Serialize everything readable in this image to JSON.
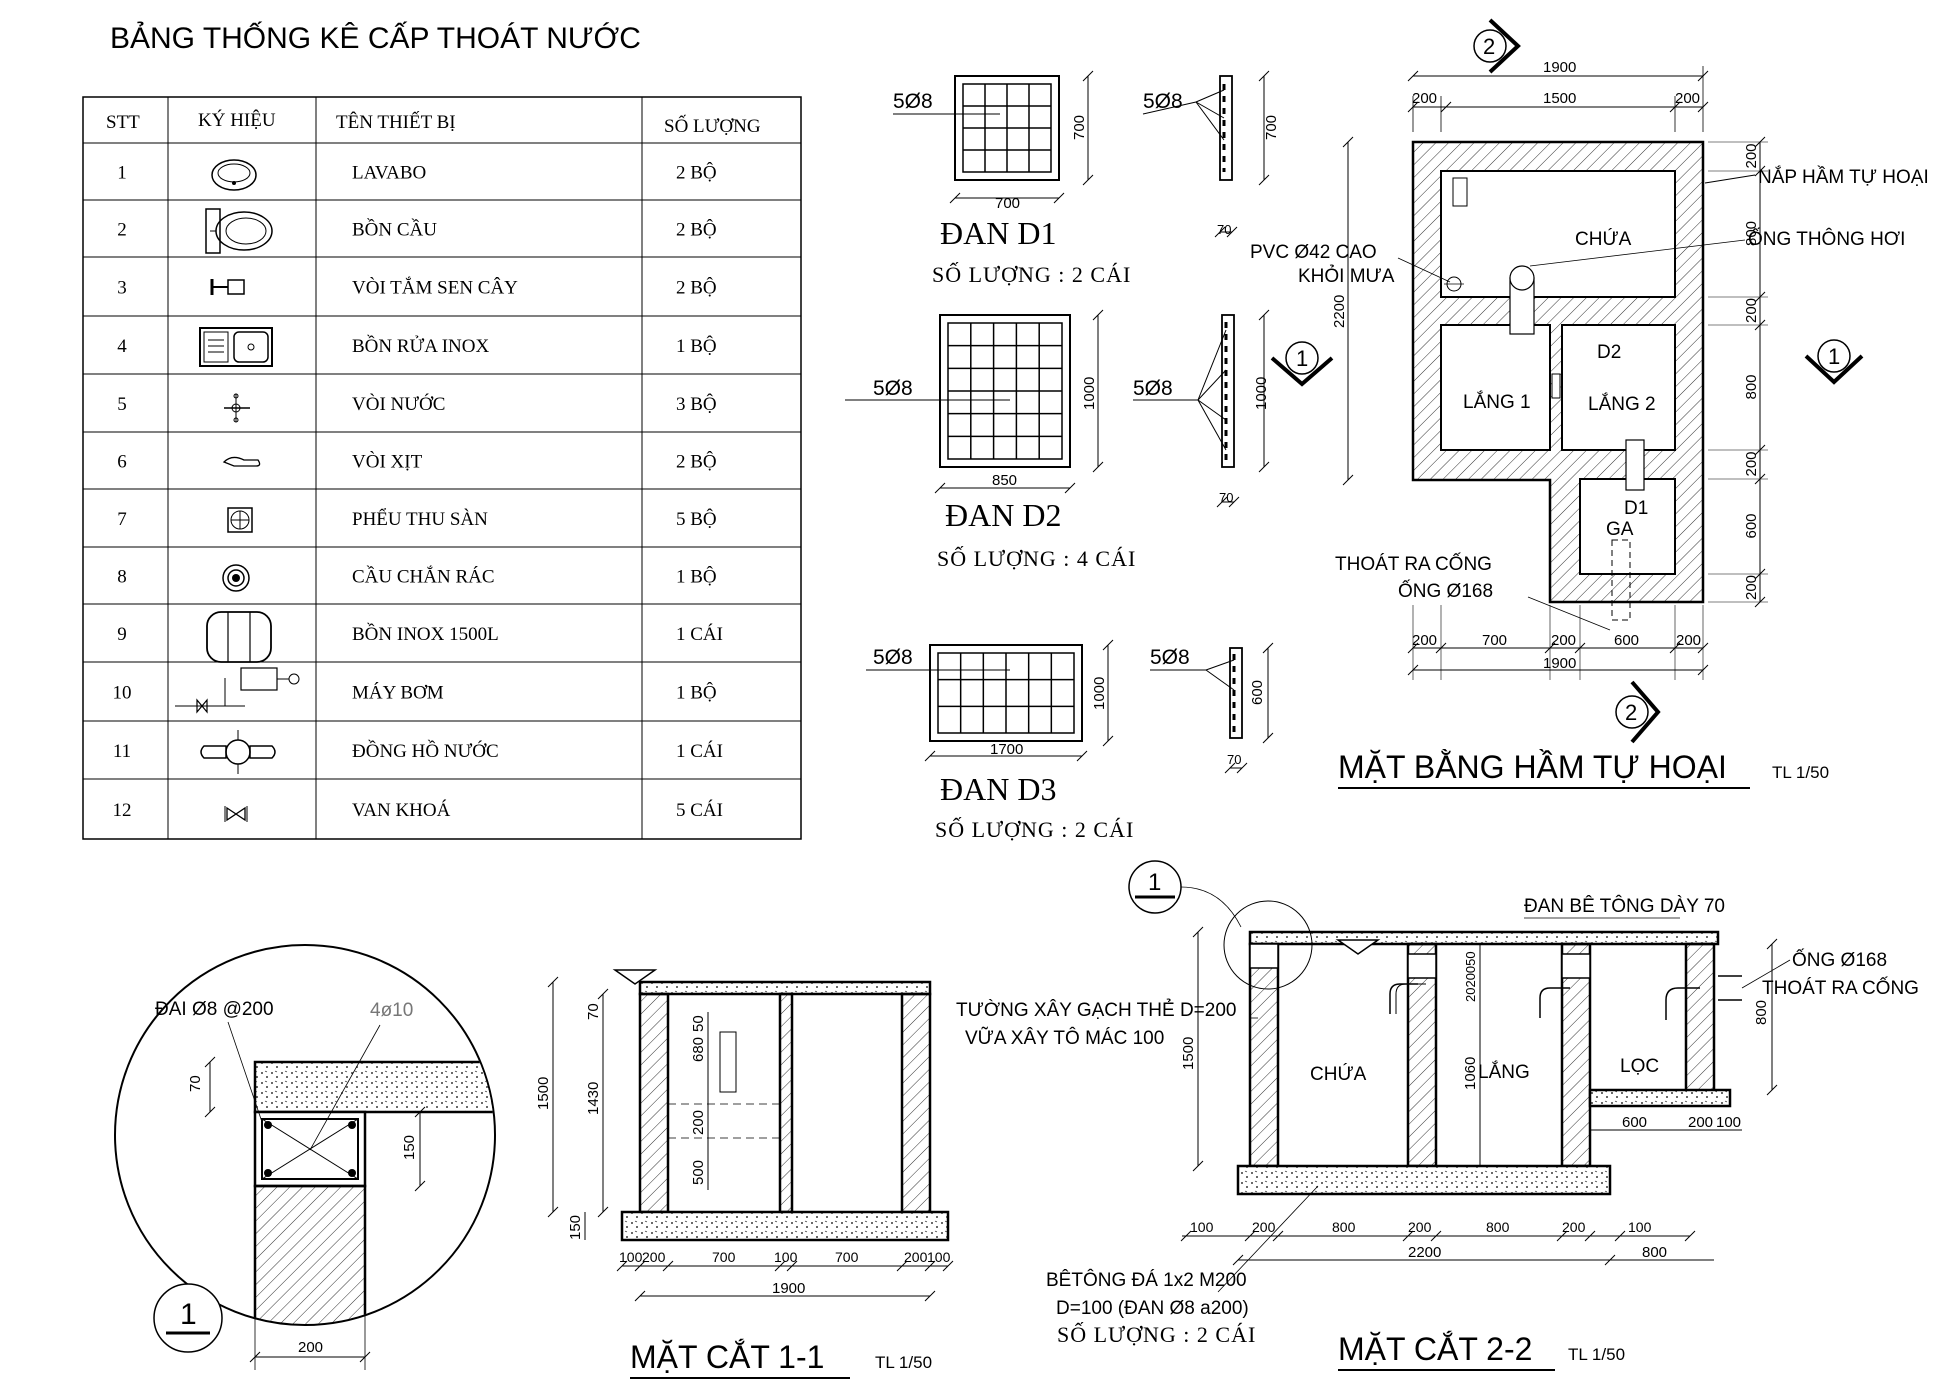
{
  "title": "BẢNG THỐNG KÊ CẤP THOÁT NƯỚC",
  "table": {
    "headers": {
      "stt": "STT",
      "kyhieu": "KÝ HIỆU",
      "ten": "TÊN THIẾT BỊ",
      "soluong": "SỐ LƯỢNG"
    },
    "rows": [
      {
        "stt": "1",
        "icon": "lavabo-icon",
        "name": "LAVABO",
        "qty": "2 BỘ"
      },
      {
        "stt": "2",
        "icon": "toilet-icon",
        "name": "BỒN CẦU",
        "qty": "2 BỘ"
      },
      {
        "stt": "3",
        "icon": "shower-icon",
        "name": "VÒI TẮM SEN CÂY",
        "qty": "2 BỘ"
      },
      {
        "stt": "4",
        "icon": "sink-icon",
        "name": "BỒN RỬA INOX",
        "qty": "1 BỘ"
      },
      {
        "stt": "5",
        "icon": "faucet-icon",
        "name": "VÒI NƯỚC",
        "qty": "3 BỘ"
      },
      {
        "stt": "6",
        "icon": "spray-icon",
        "name": "VÒI XỊT",
        "qty": "2 BỘ"
      },
      {
        "stt": "7",
        "icon": "floor-drain-icon",
        "name": "PHỂU THU SÀN",
        "qty": "5 BỘ"
      },
      {
        "stt": "8",
        "icon": "trap-icon",
        "name": "CẦU CHẮN RÁC",
        "qty": "1 BỘ"
      },
      {
        "stt": "9",
        "icon": "tank-icon",
        "name": "BỒN INOX 1500L",
        "qty": "1 CÁI"
      },
      {
        "stt": "10",
        "icon": "pump-icon",
        "name": "MÁY BƠM",
        "qty": "1 BỘ"
      },
      {
        "stt": "11",
        "icon": "meter-icon",
        "name": "ĐỒNG HỒ NƯỚC",
        "qty": "1 CÁI"
      },
      {
        "stt": "12",
        "icon": "valve-icon",
        "name": "VAN KHOÁ",
        "qty": "5 CÁI"
      }
    ]
  },
  "slabs": {
    "d1": {
      "title": "ĐAN D1",
      "qty": "SỐ LƯỢNG : 2 CÁI",
      "rebar": "5Ø8",
      "rebar_side": "5Ø8",
      "w": "700",
      "h": "700",
      "t": "70",
      "grid_cols": 4,
      "grid_rows": 4
    },
    "d2": {
      "title": "ĐAN D2",
      "qty": "SỐ LƯỢNG : 4 CÁI",
      "rebar": "5Ø8",
      "rebar_side": "5Ø8",
      "w": "850",
      "h": "1000",
      "t": "70",
      "grid_cols": 5,
      "grid_rows": 6
    },
    "d3": {
      "title": "ĐAN D3",
      "qty": "SỐ LƯỢNG : 2 CÁI",
      "rebar": "5Ø8",
      "rebar_side": "5Ø8",
      "w": "1700",
      "h": "1000",
      "t": "70",
      "side_h": "600",
      "grid_cols": 6,
      "grid_rows": 3
    }
  },
  "plan": {
    "title": "MẶT BẰNG HẦM TỰ HOẠI",
    "scale": "TL 1/50",
    "marker_2": "2",
    "marker_1": "1",
    "top_dims": {
      "total": "1900",
      "a": "200",
      "b": "1500",
      "c": "200"
    },
    "left_dim": "2200",
    "right_dims": [
      "200",
      "800",
      "200",
      "800",
      "200",
      "600",
      "200"
    ],
    "bottom_dims": {
      "a": "200",
      "b": "700",
      "c": "200",
      "d": "600",
      "e": "200",
      "total": "1900"
    },
    "rooms": {
      "chua": "CHỨA",
      "d2": "D2",
      "lang1": "LẮNG 1",
      "lang2": "LẮNG 2",
      "d1": "D1",
      "ga": "GA"
    },
    "labels": {
      "nap": "NẮP HẦM TỰ HOẠI",
      "ong_thong_hoi": "ỐNG THÔNG HƠI",
      "pvc1": "PVC Ø42 CAO",
      "pvc2": "KHỎI MƯA",
      "thoat1": "THOÁT RA CỐNG",
      "thoat2": "ỐNG Ø168"
    }
  },
  "detail": {
    "marker": "1",
    "dai": "ĐAI Ø8 @200",
    "rebar": "4ø10",
    "dim_70": "70",
    "dim_150": "150",
    "dim_200": "200"
  },
  "section11": {
    "title": "MẶT CẮT 1-1",
    "scale": "TL 1/50",
    "left_dims": {
      "total": "1500",
      "inner": "1430",
      "top": "70",
      "bottom": "150"
    },
    "mid_dims": [
      "680",
      "50",
      "200",
      "500"
    ],
    "bottom_dims": [
      "100",
      "200",
      "700",
      "100",
      "700",
      "200",
      "100"
    ],
    "total": "1900"
  },
  "section22": {
    "title": "MẶT CẮT 2-2",
    "scale": "TL 1/50",
    "marker": "1",
    "rooms": {
      "chua": "CHỨA",
      "lang": "LẮNG",
      "loc": "LỌC"
    },
    "labels": {
      "dan": "ĐAN BÊ TÔNG DÀY 70",
      "ong168": "ỐNG Ø168",
      "thoat": "THOÁT RA CỐNG",
      "tuong1": "TƯỜNG XÂY GẠCH THẺ D=200",
      "tuong2": "VỮA XÂY TÔ MÁC 100",
      "bt1": "BÊTÔNG ĐÁ 1x2 M200",
      "bt2": "D=100 (ĐAN Ø8 a200)",
      "bt3": "SỐ LƯỢNG : 2 CÁI"
    },
    "left_dim": "1500",
    "mid_dims": {
      "h": "1060",
      "top": "2020050"
    },
    "right_dim": "800",
    "bottom_dims": [
      "100",
      "200",
      "800",
      "200",
      "800",
      "200",
      "100"
    ],
    "total": "2200",
    "loc_dims": [
      "600",
      "200",
      "100"
    ],
    "loc_total": "800"
  }
}
